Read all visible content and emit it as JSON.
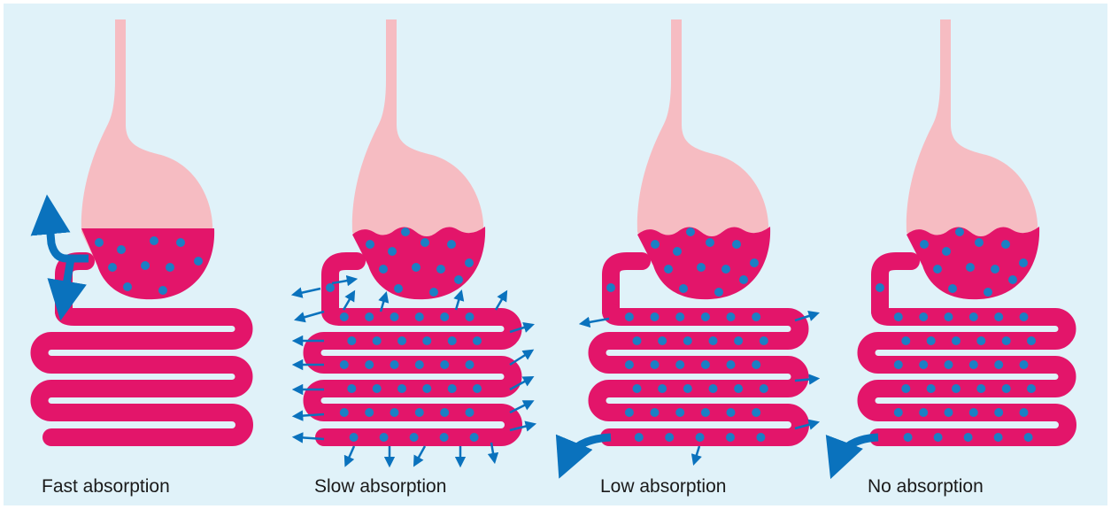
{
  "colors": {
    "background": "#e0f2f9",
    "stomach": "#f6bcc2",
    "intestine": "#e3156a",
    "particle": "#1b7fc4",
    "arrow": "#0a72bd"
  },
  "panels": [
    {
      "caption": "Fast absorption"
    },
    {
      "caption": "Slow absorption"
    },
    {
      "caption": "Low absorption"
    },
    {
      "caption": "No absorption"
    }
  ]
}
